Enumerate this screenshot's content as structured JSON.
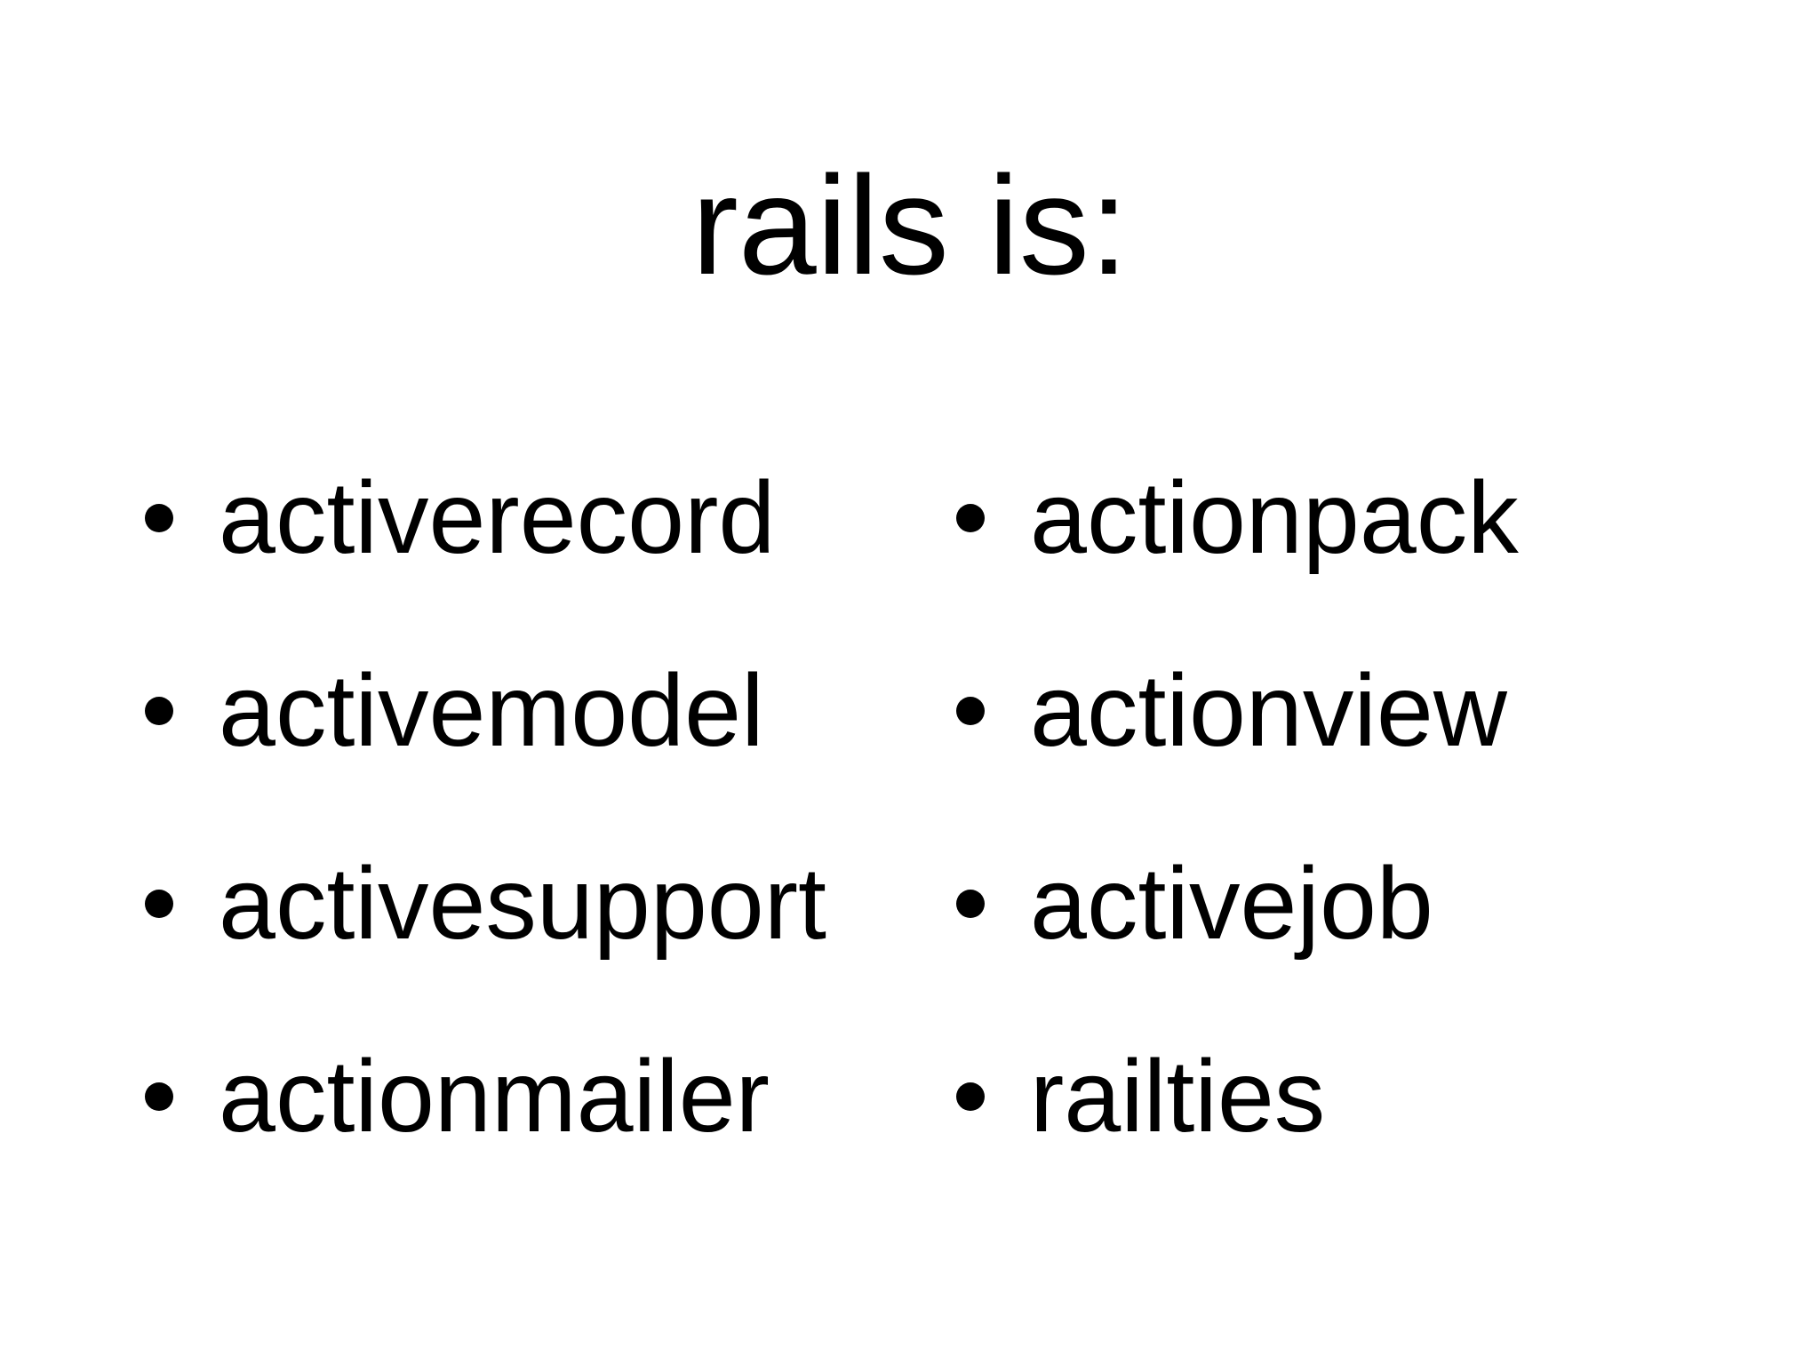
{
  "slide": {
    "title": "rails is:",
    "columns": [
      {
        "items": [
          "activerecord",
          "activemodel",
          "activesupport",
          "actionmailer"
        ]
      },
      {
        "items": [
          "actionpack",
          "actionview",
          "activejob",
          "railties"
        ]
      }
    ]
  },
  "colors": {
    "background": "#ffffff",
    "text": "#000000",
    "bullet": "#000000"
  }
}
